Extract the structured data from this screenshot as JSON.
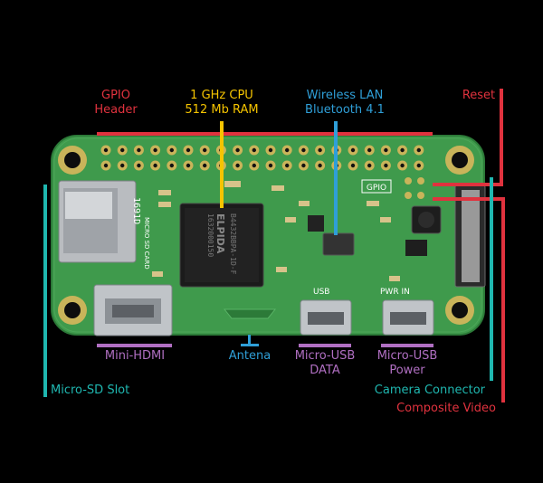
{
  "colors": {
    "background": "#000000",
    "red": "#e0323e",
    "yellow": "#f5c400",
    "blue": "#2f9fd8",
    "purple": "#b06fc2",
    "teal": "#1fb7b0",
    "pcb": "#3f9a4c",
    "pcb_dark": "#2c7a38"
  },
  "labels": {
    "gpio": [
      "GPIO",
      "Header"
    ],
    "cpu": [
      "1 GHz CPU",
      "512 Mb RAM"
    ],
    "wireless": [
      "Wireless LAN",
      "Bluetooth 4.1"
    ],
    "reset": "Reset",
    "mini_hdmi": "Mini-HDMI",
    "antenna": "Antena",
    "usb_data": [
      "Micro-USB",
      "DATA"
    ],
    "usb_power": [
      "Micro-USB",
      "Power"
    ],
    "micro_sd": "Micro-SD Slot",
    "camera": "Camera Connector",
    "composite": "Composite Video"
  },
  "board_text": {
    "gpio_silk": "GPIO",
    "usb_silk": "USB",
    "pwr_silk": "PWR IN",
    "sd_silk": "MICRO SD CARD",
    "sd_code": "1691D",
    "chip_brand": "ELPIDA",
    "chip_code1": "B4432BBPA-1D-F",
    "chip_code2": "1632000150"
  }
}
